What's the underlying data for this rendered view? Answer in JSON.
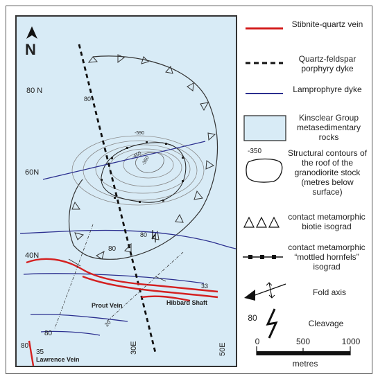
{
  "north": "N",
  "grid": {
    "n80": "80 N",
    "n60": "60N",
    "n40": "40N",
    "e30": "30E",
    "e50": "50E"
  },
  "contours": {
    "c590": "-590",
    "c450": "-450",
    "c350": "-350"
  },
  "map_labels": {
    "prout_vein": "Prout Vein",
    "hibbard_shaft": "Hibbard Shaft",
    "lawrence_vein": "Lawrence Vein",
    "dip_80_a": "80",
    "dip_80_b": "80",
    "dip_80_c": "80",
    "dip_80_d": "80",
    "dip_80_e": "80",
    "dip_33": "33",
    "dip_35": "35",
    "dip_20": "20"
  },
  "legend": {
    "stibnite": "Stibnite-quartz vein",
    "quartz_feldspar": "Quartz-feldspar porphyry dyke",
    "lamprophyre": "Lamprophyre dyke",
    "kinsclear": "Kinsclear Group metasedimentary rocks",
    "structural_value": "-350",
    "structural": "Structural contours of the roof of the granodiorite stock (metres below surface)",
    "biotite": "contact metamorphic biotie isograd",
    "hornfels": "contact metamorphic “mottled hornfels” isograd",
    "fold_axis": "Fold axis",
    "cleavage_value": "80",
    "cleavage": "Cleavage"
  },
  "scale": {
    "t0": "0",
    "t500": "500",
    "t1000": "1000",
    "unit": "metres"
  },
  "colors": {
    "vein": "#d42020",
    "lamprophyre": "#2b2f8f",
    "fill": "#d8ebf6"
  }
}
